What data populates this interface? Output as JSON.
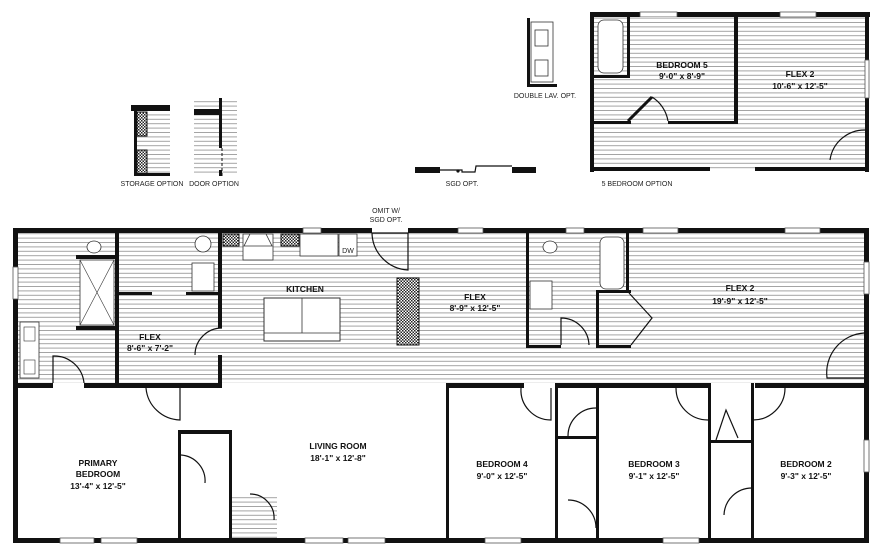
{
  "options": {
    "storage_option": "STORAGE OPTION",
    "door_option": "DOOR OPTION",
    "double_lav": "DOUBLE LAV. OPT.",
    "sgd": "SGD OPT.",
    "five_bedroom": "5 BEDROOM OPTION",
    "bedroom5": {
      "name": "BEDROOM 5",
      "size": "9'-0\" x 8'-9\""
    },
    "flex2_alt": {
      "name": "FLEX 2",
      "size": "10'-6\" x 12'-5\""
    }
  },
  "plan": {
    "omit_note_1": "OMIT W/",
    "omit_note_2": "SGD OPT.",
    "dw": "DW",
    "kitchen": "KITCHEN",
    "flex_small": {
      "name": "FLEX",
      "size": "8'-6\" x 7'-2\""
    },
    "flex": {
      "name": "FLEX",
      "size": "8'-9\" x 12'-5\""
    },
    "flex2": {
      "name": "FLEX 2",
      "size": "19'-9\" x 12'-5\""
    },
    "primary": {
      "name1": "PRIMARY",
      "name2": "BEDROOM",
      "size": "13'-4\" x 12'-5\""
    },
    "living": {
      "name": "LIVING ROOM",
      "size": "18'-1\" x 12'-8\""
    },
    "bedroom4": {
      "name": "BEDROOM 4",
      "size": "9'-0\" x 12'-5\""
    },
    "bedroom3": {
      "name": "BEDROOM 3",
      "size": "9'-1\" x 12'-5\""
    },
    "bedroom2": {
      "name": "BEDROOM 2",
      "size": "9'-3\" x 12'-5\""
    }
  }
}
